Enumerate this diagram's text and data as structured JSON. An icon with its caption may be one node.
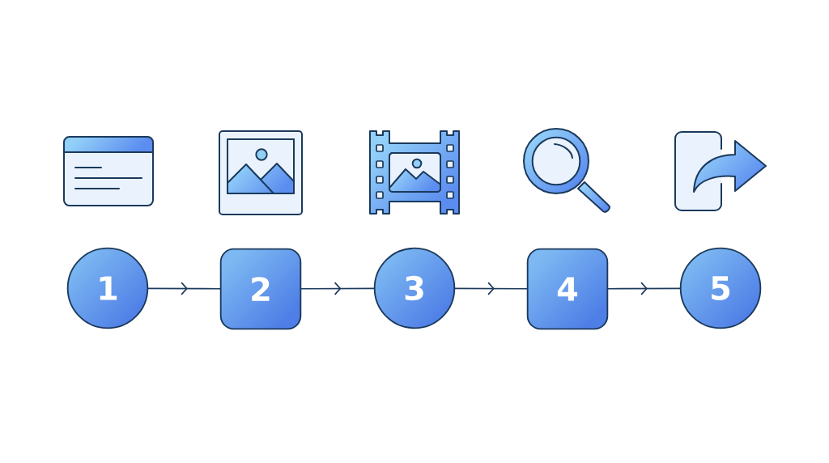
{
  "diagram": {
    "nodes": [
      {
        "text": [
          "1"
        ]
      },
      {
        "text": [
          "2"
        ]
      },
      {
        "text": [
          "3"
        ]
      },
      {
        "text": [
          "4"
        ]
      },
      {
        "text": [
          "5"
        ]
      }
    ],
    "edges": [
      {
        "from": 0,
        "to": 1,
        "arrow": "to"
      },
      {
        "from": 1,
        "to": 2,
        "arrow": "to"
      },
      {
        "from": 2,
        "to": 3,
        "arrow": "to"
      },
      {
        "from": 3,
        "to": 4,
        "arrow": "to"
      }
    ]
  }
}
